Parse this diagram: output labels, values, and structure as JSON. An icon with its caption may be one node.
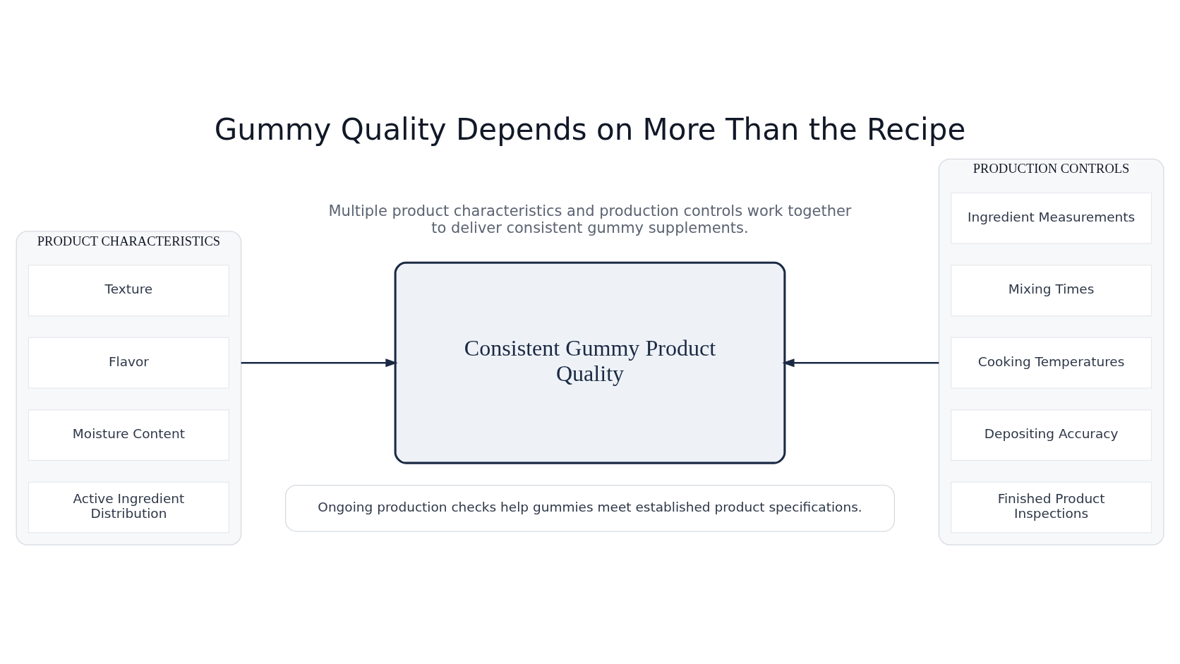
{
  "diagram": {
    "title": "Gummy Quality Depends on More Than the Recipe",
    "nodes": [
      {
        "text": [
          "PRODUCT CHARACTERISTICS"
        ]
      },
      {
        "text": [
          "Texture"
        ],
        "in": 0
      },
      {
        "text": [
          "Flavor"
        ],
        "in": 0
      },
      {
        "text": [
          "Moisture Content"
        ],
        "in": 0
      },
      {
        "text": [
          "Active Ingredient Distribution"
        ],
        "in": 0
      },
      {
        "text": [
          "Consistent Gummy Product Quality"
        ]
      },
      {
        "text": [
          "PRODUCTION CONTROLS"
        ]
      },
      {
        "text": [
          "Ingredient Measurements"
        ],
        "in": 6
      },
      {
        "text": [
          "Mixing Times"
        ],
        "in": 6
      },
      {
        "text": [
          "Cooking Temperatures"
        ],
        "in": 6
      },
      {
        "text": [
          "Depositing Accuracy"
        ],
        "in": 6
      },
      {
        "text": [
          "Finished Product Inspections"
        ],
        "in": 6
      },
      {
        "text": [
          "Ongoing production checks help gummies meet established product specifications."
        ]
      }
    ],
    "edges": [
      {
        "from": 0,
        "to": 5,
        "arrow": "to"
      },
      {
        "from": 6,
        "to": 5,
        "arrow": "to"
      }
    ],
    "labels": [
      "Multiple product characteristics and production controls work together to deliver consistent gummy supplements."
    ]
  }
}
